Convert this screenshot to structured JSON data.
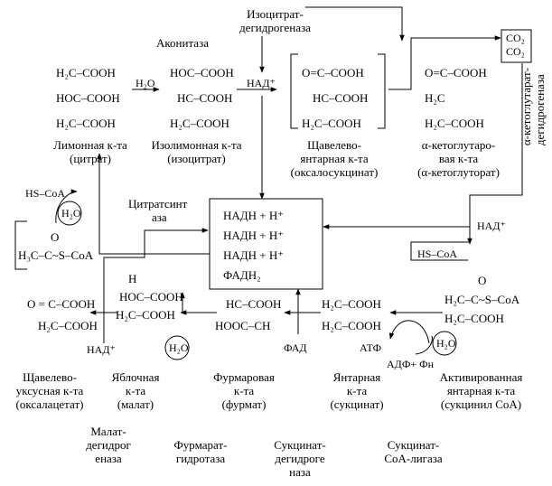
{
  "enzymes": {
    "aconitase": "Аконитаза",
    "isocitrate_dh": [
      "Изоцитрат-",
      "дегидрогеназа"
    ],
    "ketoglutarate_dh": [
      "α-кетоглутарат-",
      "дегидрогеназа"
    ],
    "citrate_synthase": [
      "Цитратсинт",
      "аза"
    ],
    "malate_dh": [
      "Малат-",
      "дегидрог",
      "еназа"
    ],
    "fumarate_hydratase": [
      "Фурмарат-",
      "гидротаза"
    ],
    "succinate_dh": [
      "Сукцинат-",
      "дегидроге",
      "наза"
    ],
    "succinyl_coa_ligase": [
      "Сукцинат-",
      "СоА-лигаза"
    ]
  },
  "compounds": {
    "citrate": {
      "formula": [
        "H₂C–COOH",
        "HOC–COOH",
        "H₂C–COOH"
      ],
      "name": [
        "Лимонная к-та",
        "(цитрат)"
      ]
    },
    "isocitrate": {
      "formula": [
        "HOC–COOH",
        "HC–COOH",
        "H₂C–COOH"
      ],
      "name": [
        "Изолимонная к-та",
        "(изоцитрат)"
      ]
    },
    "oxalosuccinate": {
      "formula": [
        "O=C–COOH",
        "HC–COOH",
        "H₂C–COOH"
      ],
      "name": [
        "Щавелево-",
        "янтарная к-та",
        "(оксалосукцинат)"
      ]
    },
    "ketoglutarate": {
      "formula": [
        "O=C–COOH",
        "H₂C",
        "H₂C–COOH"
      ],
      "name": [
        "α-кетоглутаро-",
        "вая к-та",
        "(α-кетоглуторат)"
      ]
    },
    "succinyl_coa": {
      "formula": [
        "O",
        "H₂C–C~S–CoA",
        "H₂C–COOH"
      ],
      "name": [
        "Активированная",
        "янтарная к-та",
        "(сукцинил СоА)"
      ]
    },
    "succinate": {
      "formula": [
        "H₂C–COOH",
        "H₂C–COOH"
      ],
      "name": [
        "Янтарная",
        "к-та",
        "(сукцинат)"
      ]
    },
    "fumarate": {
      "formula": [
        "HC–COOH",
        "HOOC–CH"
      ],
      "name": [
        "Фурмаровая",
        "к-та",
        "(фурмат)"
      ]
    },
    "malate": {
      "formula": [
        "H",
        "HOC–COOH",
        "H₂C–COOH"
      ],
      "name": [
        "Яблочная",
        "к-та",
        "(малат)"
      ]
    },
    "oxaloacetate": {
      "formula": [
        "O = C–COOH",
        "H₂C–COOH"
      ],
      "name": [
        "Щавелево-",
        "уксусная к-та",
        "(оксалацетат)"
      ]
    },
    "acetyl_coa": {
      "formula": [
        "O",
        "H₃C–C~S–CoA"
      ]
    }
  },
  "cofactors": {
    "h2o": "H₂O",
    "h2o_circle": "H₂O",
    "nad": "НАД⁺",
    "fad": "ФАД",
    "atp": "АТФ",
    "adp_pi": "АДФ+ Фн",
    "hs_coa": "HS–CoA",
    "hs_coa_top": "HS–CoA",
    "co2": [
      "CO₂",
      "CO₂"
    ]
  },
  "products_box": [
    "НАДН + Н⁺",
    "НАДН + Н⁺",
    "НАДН + Н⁺",
    "ФАДН₂"
  ]
}
